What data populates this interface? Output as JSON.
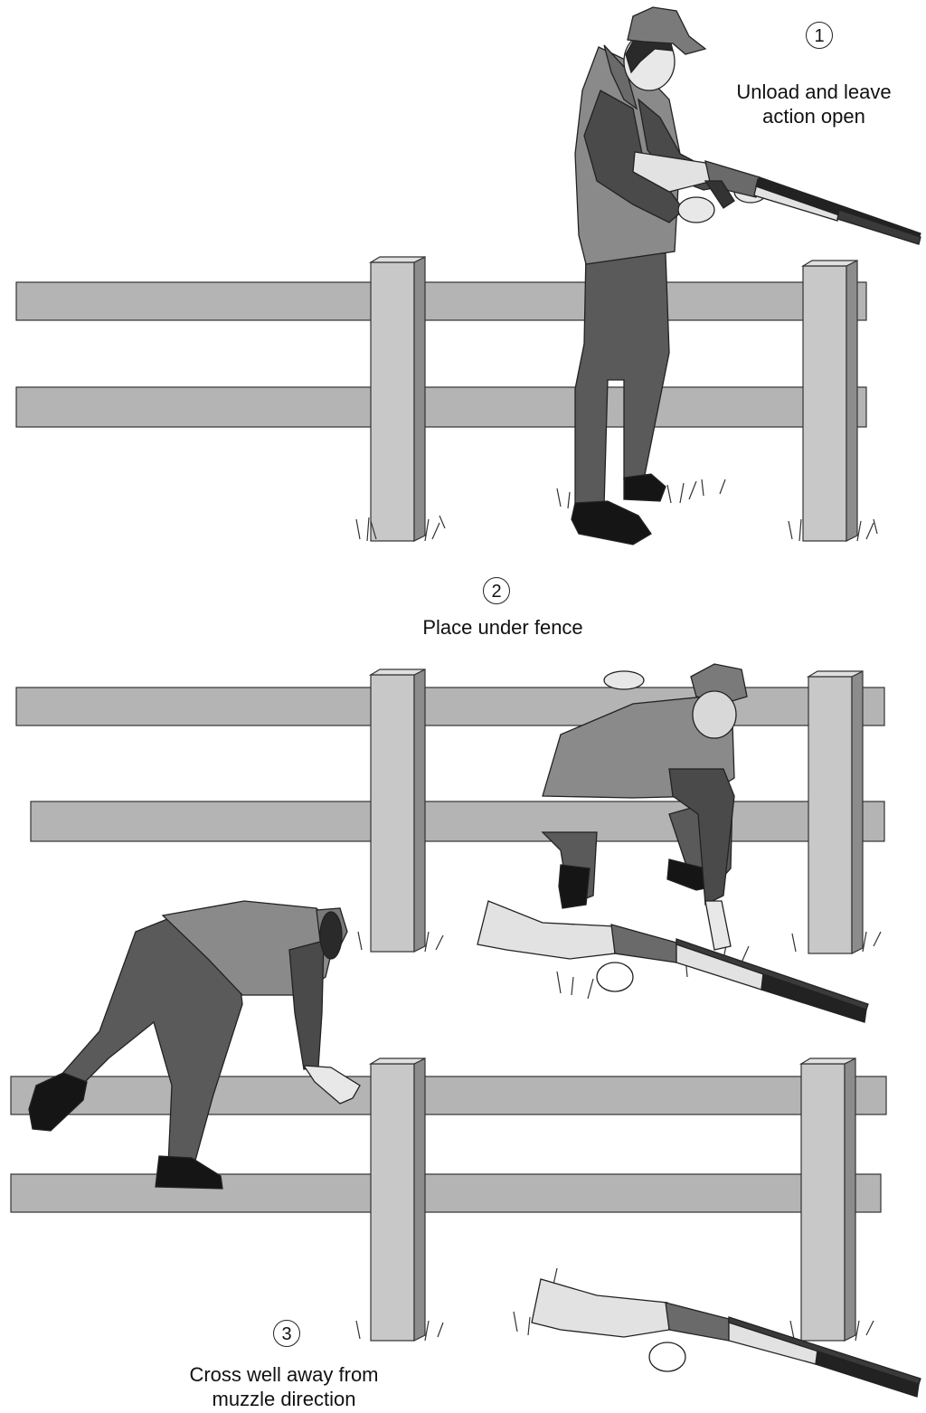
{
  "steps": [
    {
      "number": "1",
      "caption_lines": [
        "Unload and leave",
        "action open"
      ]
    },
    {
      "number": "2",
      "caption_lines": [
        "Place under fence"
      ]
    },
    {
      "number": "3",
      "caption_lines": [
        "Cross well away from",
        "muzzle direction"
      ]
    }
  ],
  "colors": {
    "rail": "#b4b4b4",
    "post": "#c8c8c8",
    "post_shade": "#8c8c8c",
    "vest": "#8a8a8a",
    "shirt": "#4a4a4a",
    "pants": "#5a5a5a",
    "boots": "#151515",
    "stock": "#e2e2e2",
    "barrel": "#222222"
  }
}
